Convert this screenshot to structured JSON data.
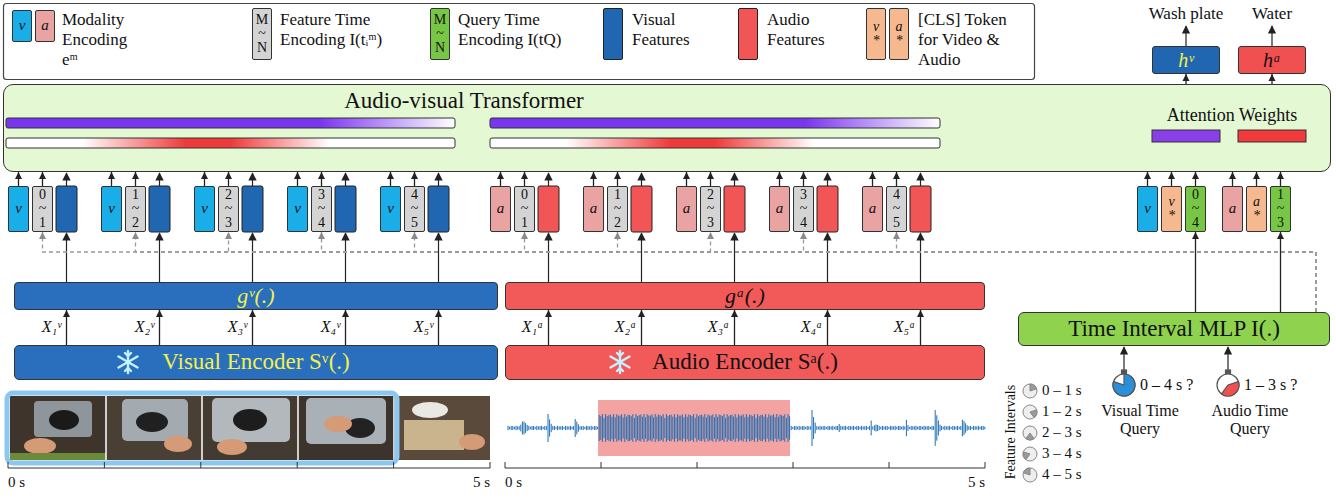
{
  "diagram": {
    "nodes": [
      {
        "text": [
          "v"
        ]
      },
      {
        "text": [
          "a"
        ]
      },
      {
        "text": [
          "M ~ N"
        ]
      },
      {
        "text": [
          "M ~ N"
        ]
      },
      {
        "text": [
          "v *"
        ]
      },
      {
        "text": [
          "a *"
        ]
      },
      {
        "text": [
          "hᵛ"
        ]
      },
      {
        "text": [
          "hᵃ"
        ]
      },
      {
        "text": [
          "Audio-visual Transformer",
          "Attention Weights"
        ]
      },
      {
        "text": [
          "v"
        ]
      },
      {
        "text": [
          "0 ~ 1"
        ]
      },
      {
        "text": [
          "v"
        ]
      },
      {
        "text": [
          "1 ~ 2"
        ]
      },
      {
        "text": [
          "v"
        ]
      },
      {
        "text": [
          "2 ~ 3"
        ]
      },
      {
        "text": [
          "v"
        ]
      },
      {
        "text": [
          "3 ~ 4"
        ]
      },
      {
        "text": [
          "v"
        ]
      },
      {
        "text": [
          "4 ~ 5"
        ]
      },
      {
        "text": [
          "a"
        ]
      },
      {
        "text": [
          "0 ~ 1"
        ]
      },
      {
        "text": [
          "a"
        ]
      },
      {
        "text": [
          "1 ~ 2"
        ]
      },
      {
        "text": [
          "a"
        ]
      },
      {
        "text": [
          "2 ~ 3"
        ]
      },
      {
        "text": [
          "a"
        ]
      },
      {
        "text": [
          "3 ~ 4"
        ]
      },
      {
        "text": [
          "a"
        ]
      },
      {
        "text": [
          "4 ~ 5"
        ]
      },
      {
        "text": [
          "v"
        ]
      },
      {
        "text": [
          "v *"
        ]
      },
      {
        "text": [
          "0 ~ 4"
        ]
      },
      {
        "text": [
          "a"
        ]
      },
      {
        "text": [
          "a *"
        ]
      },
      {
        "text": [
          "1 ~ 3"
        ]
      },
      {
        "text": [
          "gᵛ(.)"
        ]
      },
      {
        "text": [
          "gᵃ(.)"
        ]
      },
      {
        "text": [
          "Visual Encoder Sᵛ(.)"
        ]
      },
      {
        "text": [
          "Audio Encoder Sᵃ(.)"
        ]
      },
      {
        "text": [
          "Time Interval MLP I(.)"
        ]
      }
    ],
    "edges": [
      {
        "from": 8,
        "to": 6,
        "arrow": "to"
      },
      {
        "from": 8,
        "to": 7,
        "arrow": "to"
      },
      {
        "from": 9,
        "to": 8,
        "arrow": "to"
      },
      {
        "from": 10,
        "to": 8,
        "arrow": "to"
      },
      {
        "from": 11,
        "to": 8,
        "arrow": "to"
      },
      {
        "from": 12,
        "to": 8,
        "arrow": "to"
      },
      {
        "from": 13,
        "to": 8,
        "arrow": "to"
      },
      {
        "from": 14,
        "to": 8,
        "arrow": "to"
      },
      {
        "from": 15,
        "to": 8,
        "arrow": "to"
      },
      {
        "from": 16,
        "to": 8,
        "arrow": "to"
      },
      {
        "from": 17,
        "to": 8,
        "arrow": "to"
      },
      {
        "from": 18,
        "to": 8,
        "arrow": "to"
      },
      {
        "from": 19,
        "to": 8,
        "arrow": "to"
      },
      {
        "from": 20,
        "to": 8,
        "arrow": "to"
      },
      {
        "from": 21,
        "to": 8,
        "arrow": "to"
      },
      {
        "from": 22,
        "to": 8,
        "arrow": "to"
      },
      {
        "from": 23,
        "to": 8,
        "arrow": "to"
      },
      {
        "from": 24,
        "to": 8,
        "arrow": "to"
      },
      {
        "from": 25,
        "to": 8,
        "arrow": "to"
      },
      {
        "from": 26,
        "to": 8,
        "arrow": "to"
      },
      {
        "from": 27,
        "to": 8,
        "arrow": "to"
      },
      {
        "from": 28,
        "to": 8,
        "arrow": "to"
      },
      {
        "from": 29,
        "to": 8,
        "arrow": "to"
      },
      {
        "from": 30,
        "to": 8,
        "arrow": "to"
      },
      {
        "from": 31,
        "to": 8,
        "arrow": "to"
      },
      {
        "from": 32,
        "to": 8,
        "arrow": "to"
      },
      {
        "from": 33,
        "to": 8,
        "arrow": "to"
      },
      {
        "from": 34,
        "to": 8,
        "arrow": "to"
      },
      {
        "from": 37,
        "to": 35,
        "arrow": "to",
        "label": "X₁ᵛ"
      },
      {
        "from": 37,
        "to": 35,
        "arrow": "to",
        "label": "X₂ᵛ"
      },
      {
        "from": 37,
        "to": 35,
        "arrow": "to",
        "label": "X₃ᵛ"
      },
      {
        "from": 37,
        "to": 35,
        "arrow": "to",
        "label": "X₄ᵛ"
      },
      {
        "from": 37,
        "to": 35,
        "arrow": "to",
        "label": "X₅ᵛ"
      },
      {
        "from": 38,
        "to": 36,
        "arrow": "to",
        "label": "X₁ᵃ"
      },
      {
        "from": 38,
        "to": 36,
        "arrow": "to",
        "label": "X₂ᵃ"
      },
      {
        "from": 38,
        "to": 36,
        "arrow": "to",
        "label": "X₃ᵃ"
      },
      {
        "from": 38,
        "to": 36,
        "arrow": "to",
        "label": "X₄ᵃ"
      },
      {
        "from": 38,
        "to": 36,
        "arrow": "to",
        "label": "X₅ᵃ"
      },
      {
        "from": 39,
        "to": 10,
        "arrow": "to"
      },
      {
        "from": 39,
        "to": 12,
        "arrow": "to"
      },
      {
        "from": 39,
        "to": 14,
        "arrow": "to"
      },
      {
        "from": 39,
        "to": 16,
        "arrow": "to"
      },
      {
        "from": 39,
        "to": 18,
        "arrow": "to"
      },
      {
        "from": 39,
        "to": 20,
        "arrow": "to"
      },
      {
        "from": 39,
        "to": 22,
        "arrow": "to"
      },
      {
        "from": 39,
        "to": 24,
        "arrow": "to"
      },
      {
        "from": 39,
        "to": 26,
        "arrow": "to"
      },
      {
        "from": 39,
        "to": 28,
        "arrow": "to"
      },
      {
        "from": 39,
        "to": 31,
        "arrow": "to"
      },
      {
        "from": 39,
        "to": 34,
        "arrow": "to"
      }
    ],
    "labels": [
      "Wash plate",
      "Water",
      "0 s",
      "5 s",
      "0 s",
      "5 s",
      "Feature Intervals",
      "0 – 1 s",
      "1 – 2 s",
      "2 – 3 s",
      "3 – 4 s",
      "4 – 5 s",
      "0 – 4 s ?",
      "1 – 3 s ?",
      "Visual Time Query",
      "Audio Time Query"
    ],
    "legend": [
      {
        "text": "Modality Encoding eᵐ"
      },
      {
        "text": "Feature Time Encoding I(tᵢᵐ)"
      },
      {
        "text": "Query Time Encoding I(tQ)"
      },
      {
        "text": "Visual Features",
        "color": "#2166b0"
      },
      {
        "text": "Audio Features",
        "color": "#f25555"
      },
      {
        "text": "[CLS] Token for Video & Audio"
      }
    ]
  }
}
